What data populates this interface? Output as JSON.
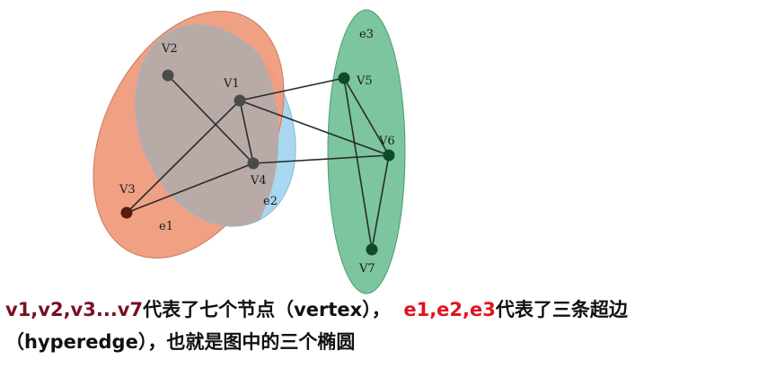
{
  "diagram": {
    "hyperedges": [
      {
        "id": "e1",
        "label": "e1",
        "fill": "#ef9c7e",
        "stroke": "#c77a61"
      },
      {
        "id": "e2",
        "label": "e2",
        "fill": "#a9d7ef",
        "stroke": "#86bcd8"
      },
      {
        "id": "e3",
        "label": "e3",
        "fill": "#7cc59f",
        "stroke": "#4f9b73"
      }
    ],
    "overlap_fill": "#b7aaa7",
    "vertices": [
      {
        "id": "v1",
        "label": "V1",
        "color": "#4a4a4a"
      },
      {
        "id": "v2",
        "label": "V2",
        "color": "#4a4a4a"
      },
      {
        "id": "v3",
        "label": "V3",
        "color": "#5a1a0c"
      },
      {
        "id": "v4",
        "label": "V4",
        "color": "#4a4a4a"
      },
      {
        "id": "v5",
        "label": "V5",
        "color": "#0d4a25"
      },
      {
        "id": "v6",
        "label": "V6",
        "color": "#0d4a25"
      },
      {
        "id": "v7",
        "label": "V7",
        "color": "#0d4a25"
      }
    ],
    "links": [
      [
        "v2",
        "v4"
      ],
      [
        "v1",
        "v3"
      ],
      [
        "v1",
        "v4"
      ],
      [
        "v1",
        "v5"
      ],
      [
        "v1",
        "v6"
      ],
      [
        "v3",
        "v4"
      ],
      [
        "v4",
        "v6"
      ],
      [
        "v5",
        "v6"
      ],
      [
        "v5",
        "v7"
      ],
      [
        "v6",
        "v7"
      ]
    ]
  },
  "caption": {
    "line1_part1": "v1,v2,v3...v7",
    "line1_part2": "代表了七个节点（vertex），",
    "line1_part3": "e1,e2,e3",
    "line1_part4": "代表了三条超边",
    "line2": "（hyperedge），也就是图中的三个椭圆",
    "color_vertices": "#7b1020",
    "color_edges": "#e0141e"
  }
}
